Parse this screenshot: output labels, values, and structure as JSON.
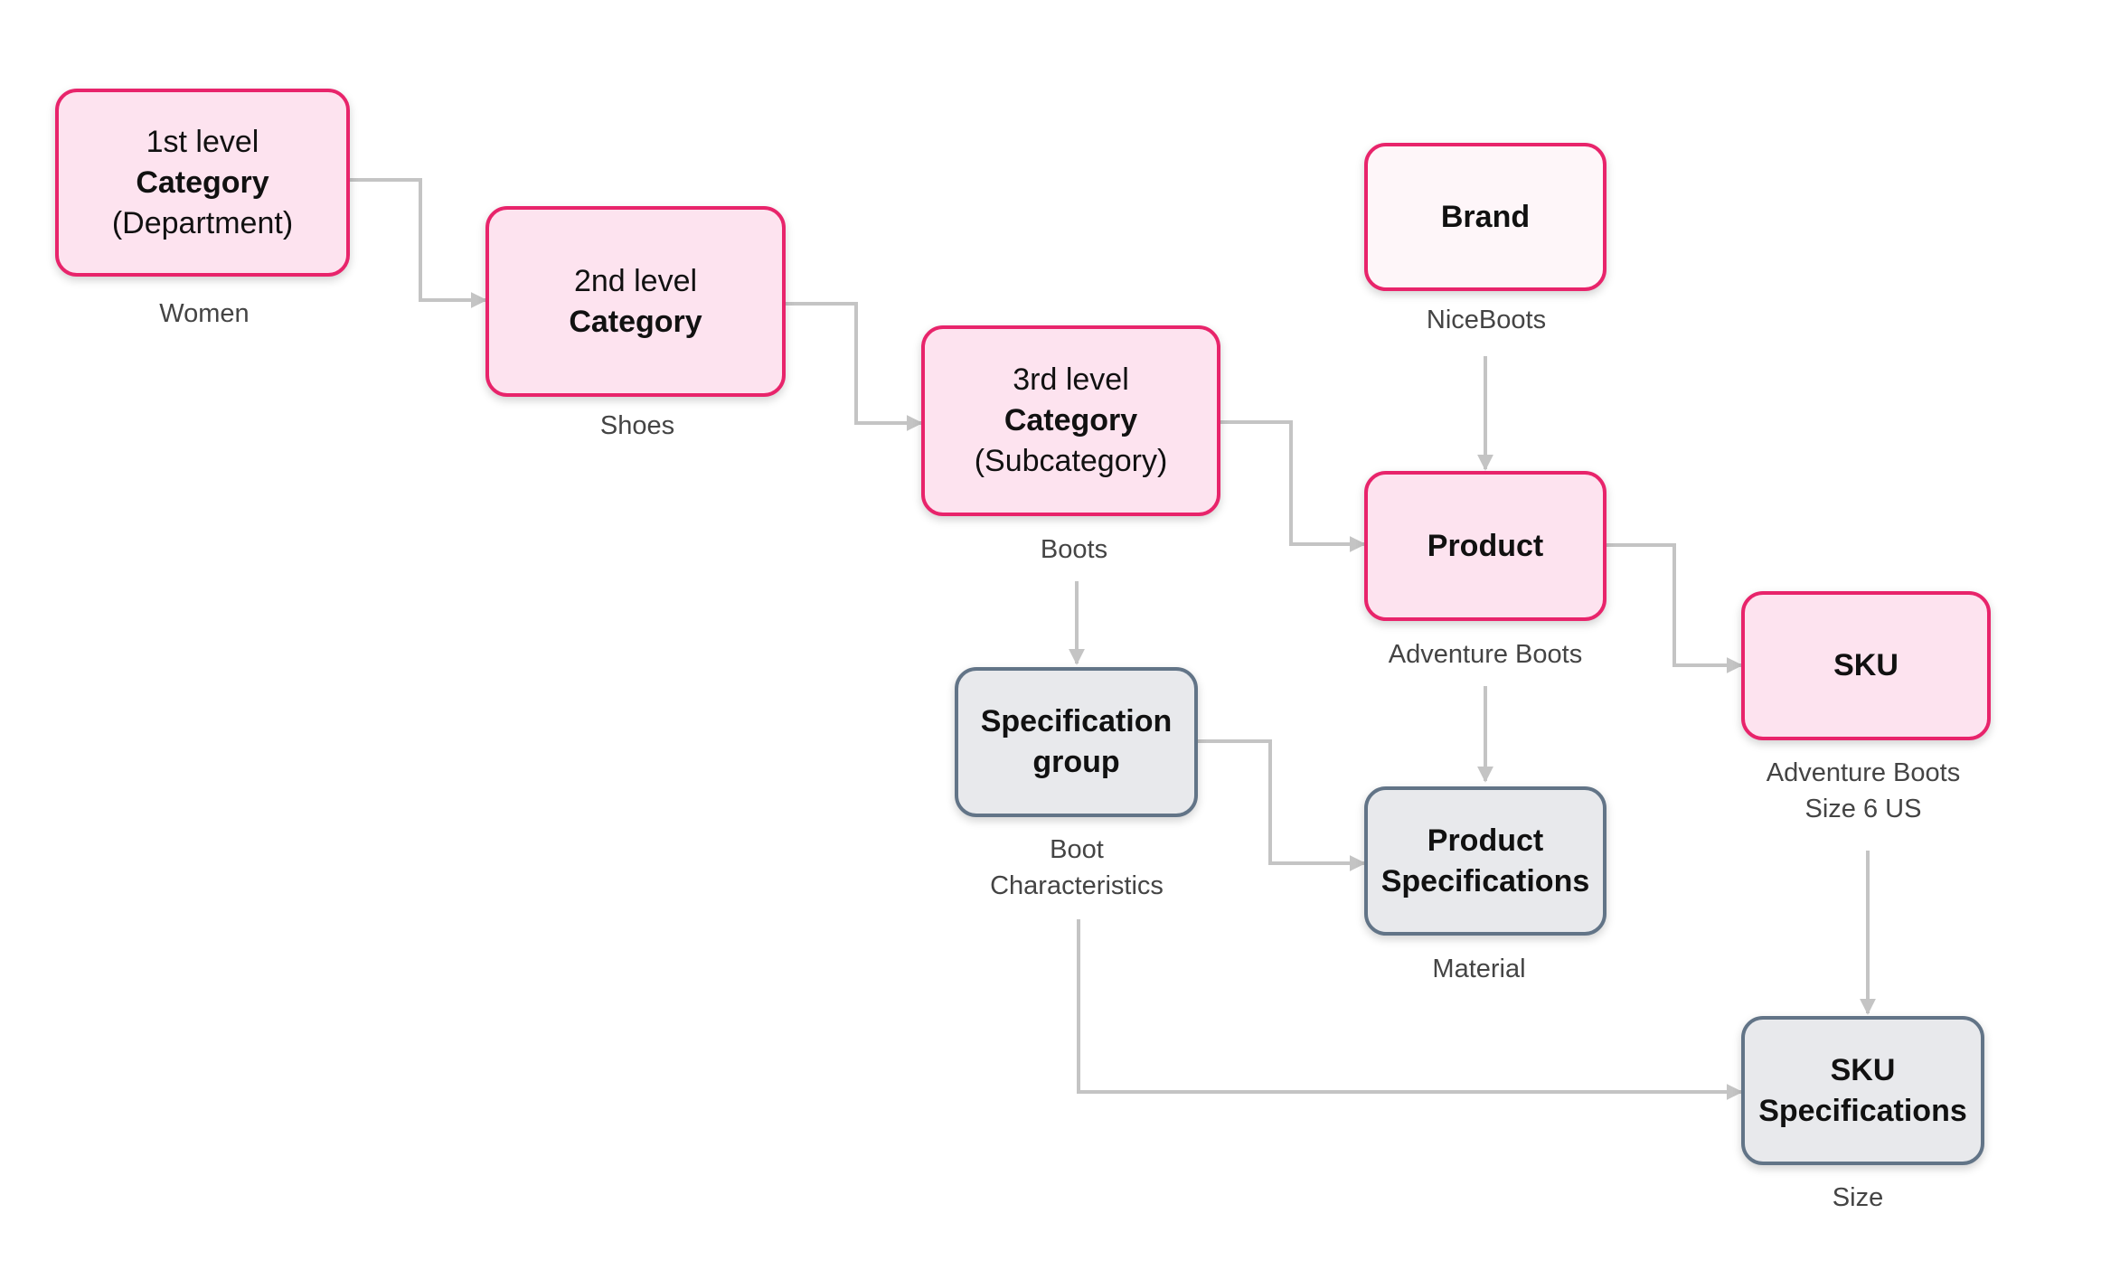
{
  "nodes": {
    "cat1": {
      "line1": "1st level",
      "line2": "Category",
      "line3": "(Department)",
      "caption": "Women"
    },
    "cat2": {
      "line1": "2nd level",
      "line2": "Category",
      "caption": "Shoes"
    },
    "cat3": {
      "line1": "3rd level",
      "line2": "Category",
      "line3": "(Subcategory)",
      "caption": "Boots"
    },
    "brand": {
      "line1": "Brand",
      "caption": "NiceBoots"
    },
    "product": {
      "line1": "Product",
      "caption": "Adventure Boots"
    },
    "sku": {
      "line1": "SKU",
      "caption_line1": "Adventure Boots",
      "caption_line2": "Size 6 US"
    },
    "spec_group": {
      "line1": "Specification",
      "line2": "group",
      "caption_line1": "Boot",
      "caption_line2": "Characteristics"
    },
    "product_specs": {
      "line1": "Product",
      "line2": "Specifications",
      "caption": "Material"
    },
    "sku_specs": {
      "line1": "SKU",
      "line2": "Specifications",
      "caption": "Size"
    }
  },
  "edges": [
    {
      "from": "cat1",
      "to": "cat2"
    },
    {
      "from": "cat2",
      "to": "cat3"
    },
    {
      "from": "cat3",
      "to": "product"
    },
    {
      "from": "brand",
      "to": "product"
    },
    {
      "from": "product",
      "to": "sku"
    },
    {
      "from": "cat3",
      "to": "spec_group"
    },
    {
      "from": "spec_group",
      "to": "product_specs"
    },
    {
      "from": "product",
      "to": "product_specs"
    },
    {
      "from": "sku",
      "to": "sku_specs"
    },
    {
      "from": "spec_group",
      "to": "sku_specs"
    }
  ],
  "colors": {
    "pink_fill": "#fde3ef",
    "pink_border": "#e8246b",
    "light_fill": "#fef6f9",
    "gray_fill": "#e8e9ec",
    "gray_border": "#627487",
    "connector": "#c4c4c4"
  }
}
